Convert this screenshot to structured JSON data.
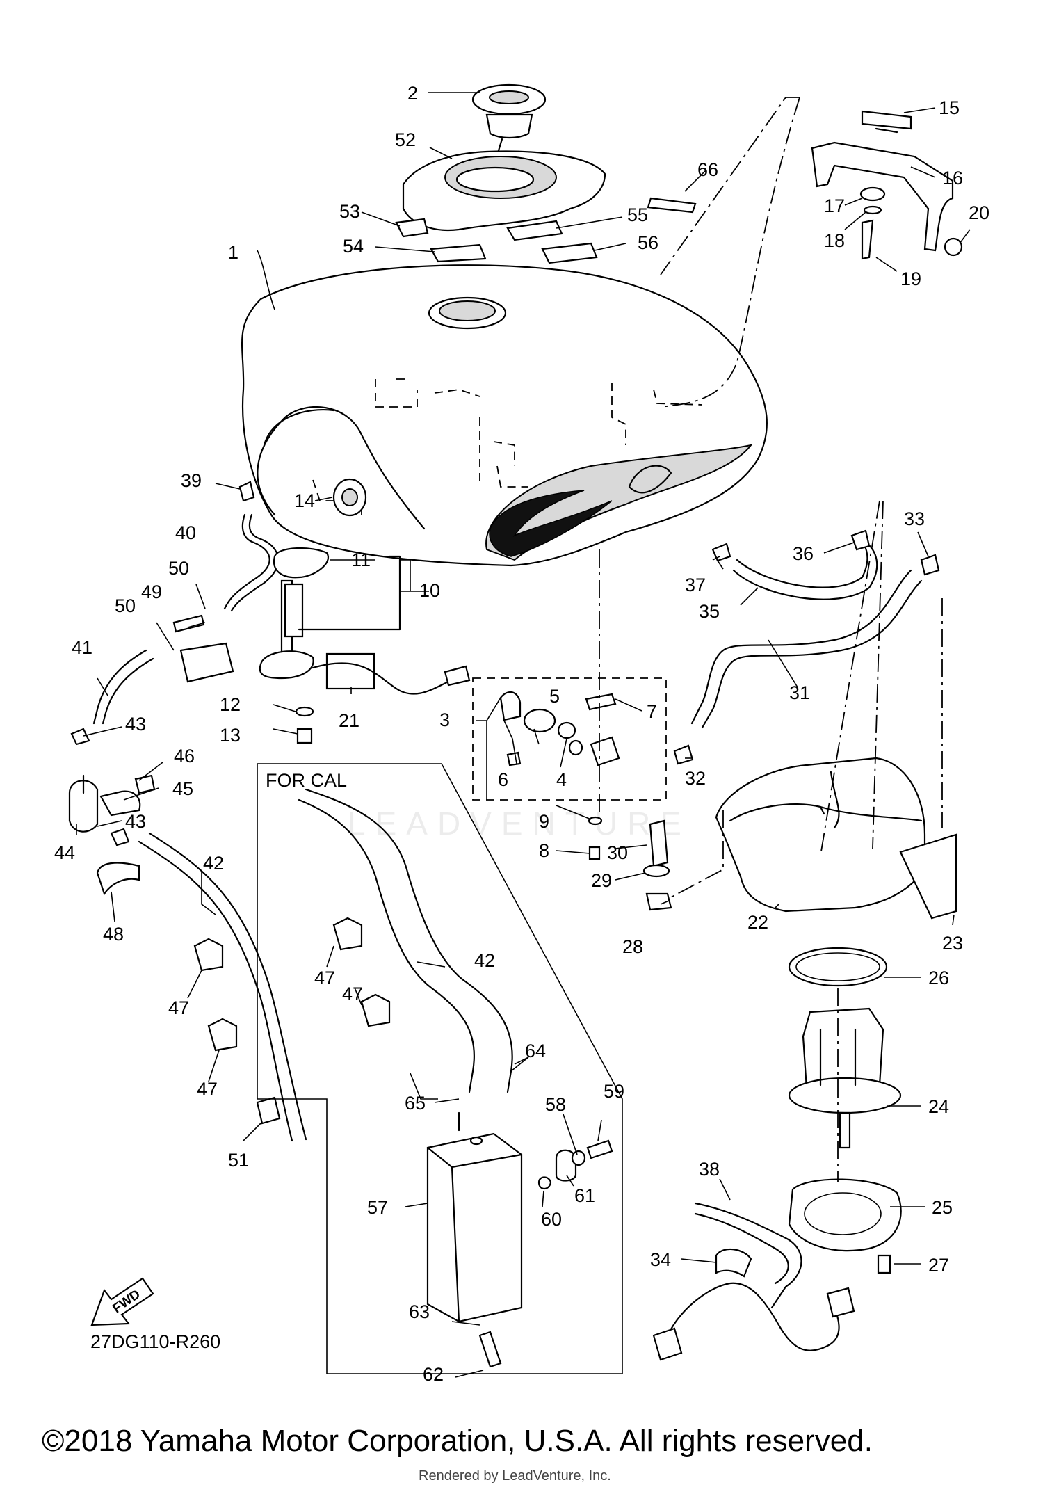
{
  "diagram": {
    "diagram_code": "27DG110-R260",
    "for_cal_label": "FOR CAL",
    "fwd_label": "FWD",
    "watermark": "LEADVENTURE",
    "copyright": "©2018 Yamaha Motor Corporation, U.S.A. All rights reserved.",
    "rendered_by": "Rendered by LeadVenture, Inc.",
    "callouts": [
      {
        "id": "c1",
        "text": "1"
      },
      {
        "id": "c2",
        "text": "2"
      },
      {
        "id": "c3",
        "text": "3"
      },
      {
        "id": "c4",
        "text": "4"
      },
      {
        "id": "c5",
        "text": "5"
      },
      {
        "id": "c6",
        "text": "6"
      },
      {
        "id": "c7",
        "text": "7"
      },
      {
        "id": "c8",
        "text": "8"
      },
      {
        "id": "c9",
        "text": "9"
      },
      {
        "id": "c10",
        "text": "10"
      },
      {
        "id": "c11",
        "text": "11"
      },
      {
        "id": "c12",
        "text": "12"
      },
      {
        "id": "c13",
        "text": "13"
      },
      {
        "id": "c14",
        "text": "14"
      },
      {
        "id": "c15",
        "text": "15"
      },
      {
        "id": "c16",
        "text": "16"
      },
      {
        "id": "c17",
        "text": "17"
      },
      {
        "id": "c18",
        "text": "18"
      },
      {
        "id": "c19",
        "text": "19"
      },
      {
        "id": "c20",
        "text": "20"
      },
      {
        "id": "c21",
        "text": "21"
      },
      {
        "id": "c22",
        "text": "22"
      },
      {
        "id": "c23",
        "text": "23"
      },
      {
        "id": "c24",
        "text": "24"
      },
      {
        "id": "c25",
        "text": "25"
      },
      {
        "id": "c26",
        "text": "26"
      },
      {
        "id": "c27",
        "text": "27"
      },
      {
        "id": "c28",
        "text": "28"
      },
      {
        "id": "c29",
        "text": "29"
      },
      {
        "id": "c30",
        "text": "30"
      },
      {
        "id": "c31",
        "text": "31"
      },
      {
        "id": "c32",
        "text": "32"
      },
      {
        "id": "c33",
        "text": "33"
      },
      {
        "id": "c34",
        "text": "34"
      },
      {
        "id": "c35",
        "text": "35"
      },
      {
        "id": "c36",
        "text": "36"
      },
      {
        "id": "c37",
        "text": "37"
      },
      {
        "id": "c38",
        "text": "38"
      },
      {
        "id": "c39",
        "text": "39"
      },
      {
        "id": "c40",
        "text": "40"
      },
      {
        "id": "c41",
        "text": "41"
      },
      {
        "id": "c42a",
        "text": "42"
      },
      {
        "id": "c42b",
        "text": "42"
      },
      {
        "id": "c43a",
        "text": "43"
      },
      {
        "id": "c43b",
        "text": "43"
      },
      {
        "id": "c44",
        "text": "44"
      },
      {
        "id": "c45",
        "text": "45"
      },
      {
        "id": "c46",
        "text": "46"
      },
      {
        "id": "c47a",
        "text": "47"
      },
      {
        "id": "c47b",
        "text": "47"
      },
      {
        "id": "c47c",
        "text": "47"
      },
      {
        "id": "c47d",
        "text": "47"
      },
      {
        "id": "c48",
        "text": "48"
      },
      {
        "id": "c49",
        "text": "49"
      },
      {
        "id": "c50a",
        "text": "50"
      },
      {
        "id": "c50b",
        "text": "50"
      },
      {
        "id": "c51",
        "text": "51"
      },
      {
        "id": "c52",
        "text": "52"
      },
      {
        "id": "c53",
        "text": "53"
      },
      {
        "id": "c54",
        "text": "54"
      },
      {
        "id": "c55",
        "text": "55"
      },
      {
        "id": "c56",
        "text": "56"
      },
      {
        "id": "c57",
        "text": "57"
      },
      {
        "id": "c58",
        "text": "58"
      },
      {
        "id": "c59",
        "text": "59"
      },
      {
        "id": "c60",
        "text": "60"
      },
      {
        "id": "c61",
        "text": "61"
      },
      {
        "id": "c62",
        "text": "62"
      },
      {
        "id": "c63",
        "text": "63"
      },
      {
        "id": "c64",
        "text": "64"
      },
      {
        "id": "c65",
        "text": "65"
      },
      {
        "id": "c66",
        "text": "66"
      }
    ]
  }
}
